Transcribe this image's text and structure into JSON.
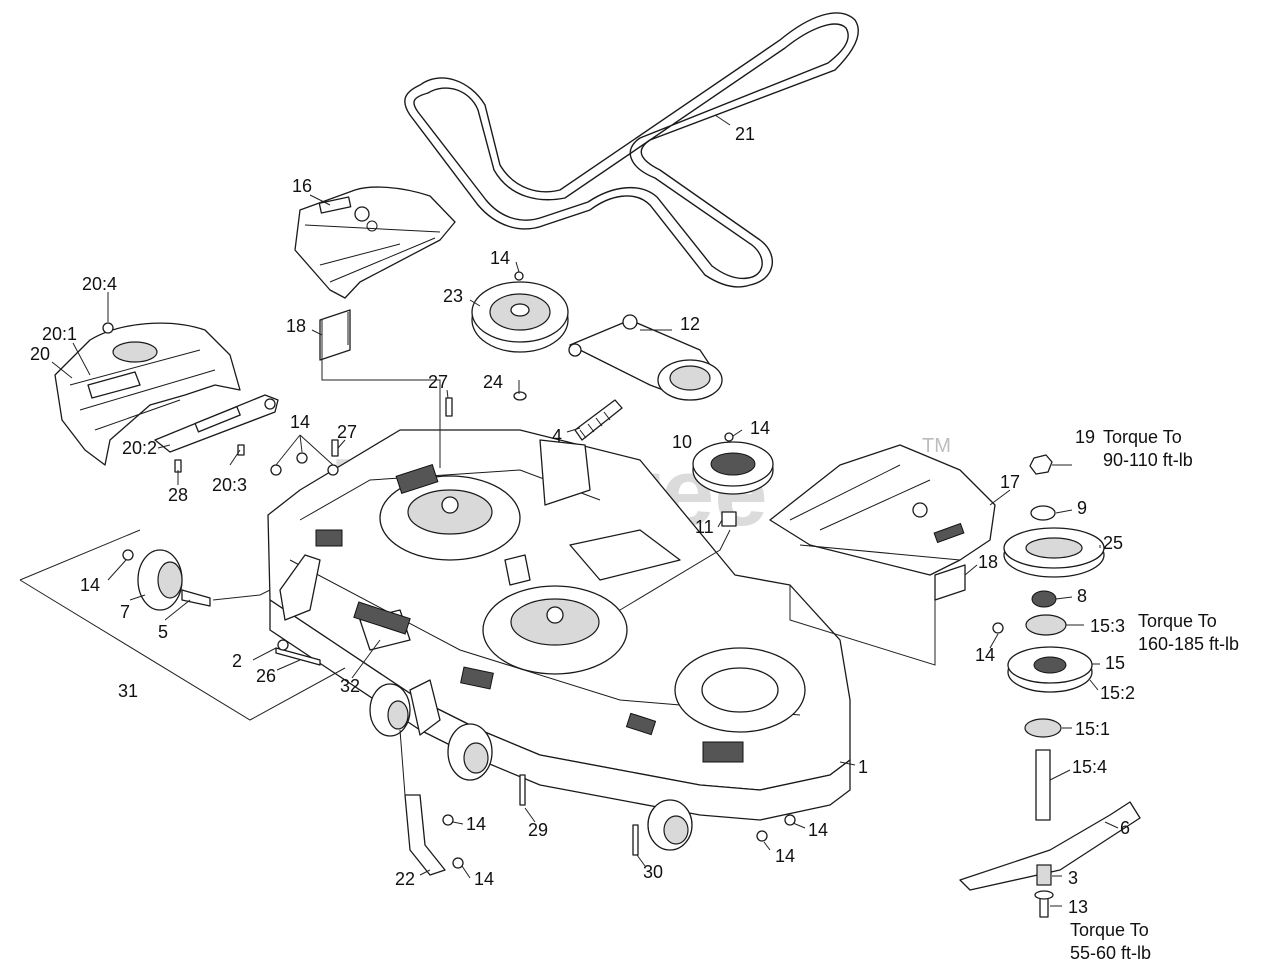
{
  "watermark": {
    "text": "PartsTree",
    "tm": "TM"
  },
  "callouts": [
    {
      "id": "c21",
      "label": "21"
    },
    {
      "id": "c16",
      "label": "16"
    },
    {
      "id": "c14a",
      "label": "14"
    },
    {
      "id": "c23",
      "label": "23"
    },
    {
      "id": "c12",
      "label": "12"
    },
    {
      "id": "c20_4",
      "label": "20:4"
    },
    {
      "id": "c20_1",
      "label": "20:1"
    },
    {
      "id": "c20",
      "label": "20"
    },
    {
      "id": "c18a",
      "label": "18"
    },
    {
      "id": "c24",
      "label": "24"
    },
    {
      "id": "c27a",
      "label": "27"
    },
    {
      "id": "c14b",
      "label": "14"
    },
    {
      "id": "c27b",
      "label": "27"
    },
    {
      "id": "c4",
      "label": "4"
    },
    {
      "id": "c10",
      "label": "10"
    },
    {
      "id": "c14c",
      "label": "14"
    },
    {
      "id": "c20_2",
      "label": "20:2"
    },
    {
      "id": "c20_3",
      "label": "20:3"
    },
    {
      "id": "c28",
      "label": "28"
    },
    {
      "id": "c19",
      "label": "19"
    },
    {
      "id": "c17",
      "label": "17"
    },
    {
      "id": "c9",
      "label": "9"
    },
    {
      "id": "c11",
      "label": "11"
    },
    {
      "id": "c25",
      "label": "25"
    },
    {
      "id": "c14d",
      "label": "14"
    },
    {
      "id": "c7",
      "label": "7"
    },
    {
      "id": "c5",
      "label": "5"
    },
    {
      "id": "c18b",
      "label": "18"
    },
    {
      "id": "c8",
      "label": "8"
    },
    {
      "id": "c15_3",
      "label": "15:3"
    },
    {
      "id": "c14e",
      "label": "14"
    },
    {
      "id": "c15",
      "label": "15"
    },
    {
      "id": "c2",
      "label": "2"
    },
    {
      "id": "c26",
      "label": "26"
    },
    {
      "id": "c31",
      "label": "31"
    },
    {
      "id": "c32",
      "label": "32"
    },
    {
      "id": "c15_2",
      "label": "15:2"
    },
    {
      "id": "c15_1",
      "label": "15:1"
    },
    {
      "id": "c1",
      "label": "1"
    },
    {
      "id": "c15_4",
      "label": "15:4"
    },
    {
      "id": "c14f",
      "label": "14"
    },
    {
      "id": "c29",
      "label": "29"
    },
    {
      "id": "c14g",
      "label": "14"
    },
    {
      "id": "c6",
      "label": "6"
    },
    {
      "id": "c14h",
      "label": "14"
    },
    {
      "id": "c22",
      "label": "22"
    },
    {
      "id": "c14i",
      "label": "14"
    },
    {
      "id": "c30",
      "label": "30"
    },
    {
      "id": "c3",
      "label": "3"
    },
    {
      "id": "c13",
      "label": "13"
    }
  ],
  "torque_notes": {
    "t19_line1": "Torque To",
    "t19_line2": "90-110 ft-lb",
    "t153_line1": "Torque To",
    "t153_line2": "160-185 ft-lb",
    "t13_line1": "Torque To",
    "t13_line2": "55-60 ft-lb"
  }
}
